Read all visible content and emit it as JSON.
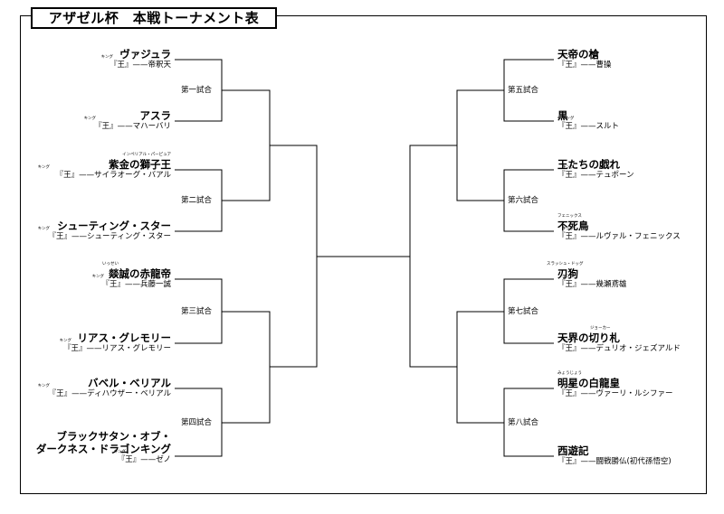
{
  "title": "アザゼル杯　本戦トーナメント表",
  "king_ruby": "キング",
  "matches": [
    "第一試合",
    "第二試合",
    "第三試合",
    "第四試合",
    "第五試合",
    "第六試合",
    "第七試合",
    "第八試合"
  ],
  "left_teams": [
    {
      "name": "ヴァジュラ",
      "name_ruby": "",
      "king": "『王』——帝釈天"
    },
    {
      "name": "アスラ",
      "name_ruby": "",
      "king": "『王』——マハーバリ"
    },
    {
      "name": "紫金の獅子王",
      "name_ruby": "インペリアル・パーピュア",
      "king": "『王』——サイラオーグ・バアル"
    },
    {
      "name": "シューティング・スター",
      "name_ruby": "",
      "king": "『王』——シューティング・スター"
    },
    {
      "name": "燚誠の赤龍帝",
      "name_ruby": "いっせい",
      "king": "『王』——兵藤一誠"
    },
    {
      "name": "リアス・グレモリー",
      "name_ruby": "",
      "king": "『王』——リアス・グレモリー"
    },
    {
      "name": "バベル・ベリアル",
      "name_ruby": "",
      "king": "『王』——ディハウザー・ベリアル"
    },
    {
      "name": "ブラックサタン・オブ・\nダークネス・ドラゴンキング",
      "name_ruby": "",
      "king": "『王』——ゼノ"
    }
  ],
  "right_teams": [
    {
      "name": "天帝の槍",
      "name_ruby": "",
      "king": "『王』——曹操"
    },
    {
      "name": "黒",
      "name_ruby": "",
      "king": "『王』——スルト"
    },
    {
      "name": "王たちの戯れ",
      "name_ruby": "",
      "king": "『王』——テュポーン"
    },
    {
      "name": "不死鳥",
      "name_ruby": "フェニックス",
      "king": "『王』——ルヴァル・フェニックス"
    },
    {
      "name": "刃狗",
      "name_ruby": "スラッシュ・ドッグ",
      "king": "『王』——幾瀬鳶雄"
    },
    {
      "name": "天界の切り札",
      "name_ruby": "ジョーカー",
      "king": "『王』——デュリオ・ジェズアルド"
    },
    {
      "name": "明星の白龍皇",
      "name_ruby": "みょうじょう",
      "king": "『王』——ヴァーリ・ルシファー"
    },
    {
      "name": "西遊記",
      "name_ruby": "",
      "king": "『王』——闘戦勝仏(初代孫悟空)"
    }
  ]
}
